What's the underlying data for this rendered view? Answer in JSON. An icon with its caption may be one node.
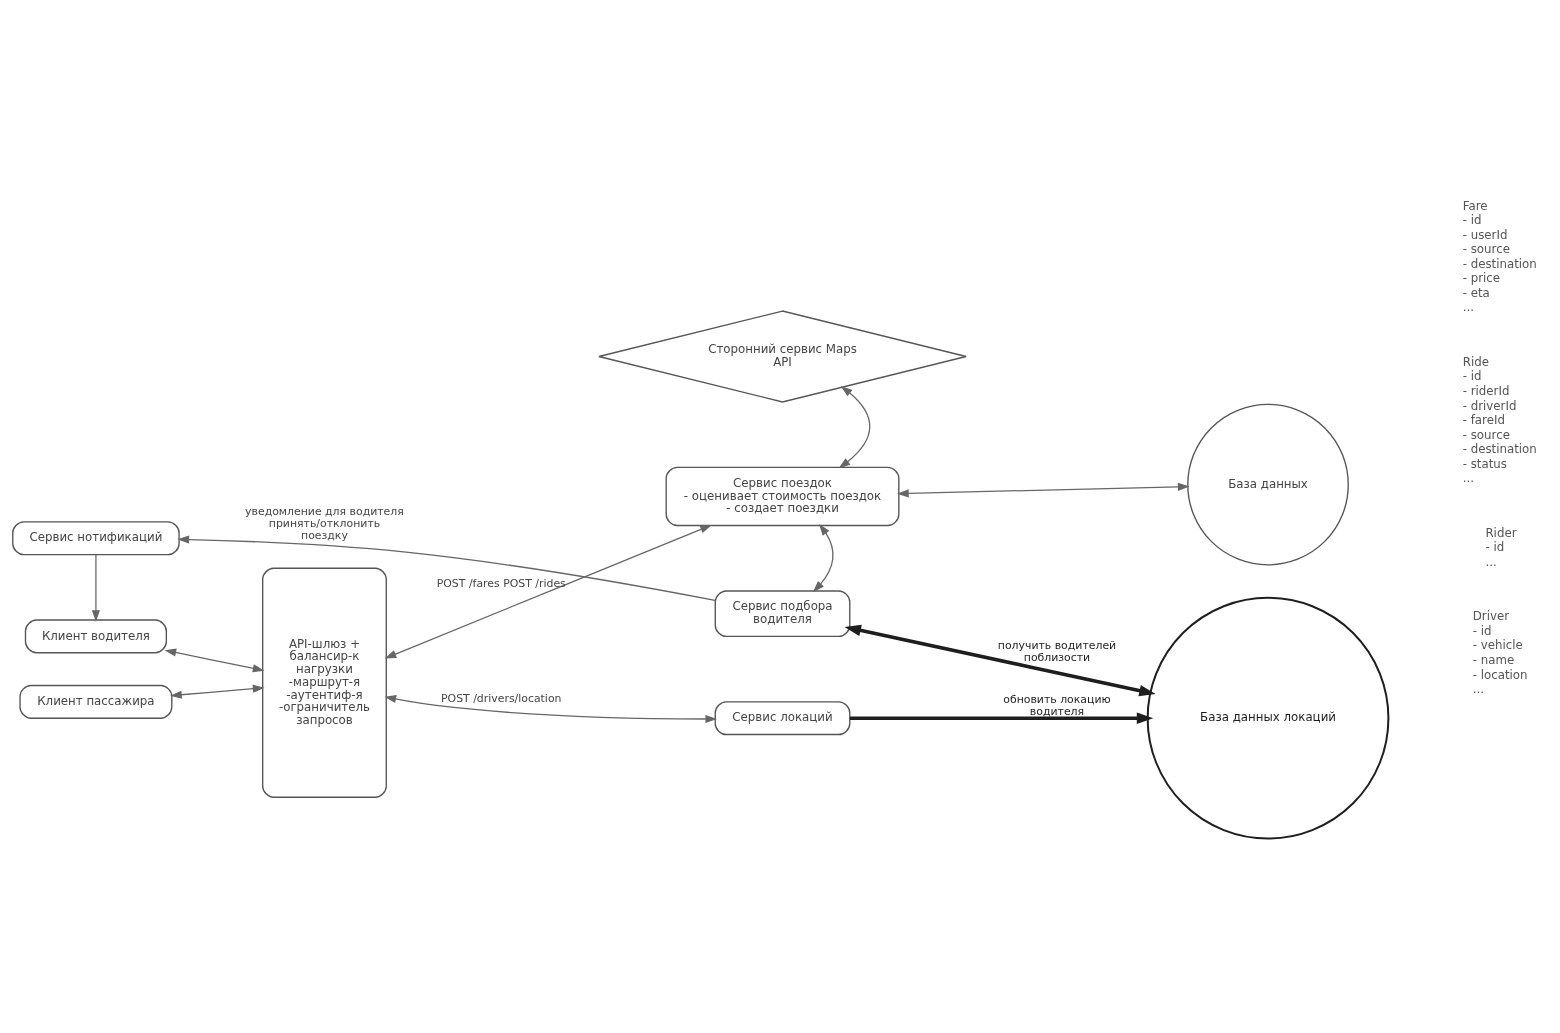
{
  "diagram": {
    "nodes": [
      {
        "text": [
          "Сторонний сервис Maps API"
        ]
      },
      {
        "text": [
          "Сервис поездок",
          "- оценивает стоимость поездок",
          "- создает поездки"
        ]
      },
      {
        "text": [
          "База данных"
        ]
      },
      {
        "text": [
          "Клиент пассажира"
        ]
      },
      {
        "text": [
          "API-шлюз + балансир-к нагрузки -маршрут-я -аутентиф-я -ограничитель запросов"
        ]
      },
      {
        "text": [
          "Клиент водителя"
        ]
      },
      {
        "text": [
          "Сервис подбора водителя"
        ]
      },
      {
        "text": [
          "Сервис локаций"
        ]
      },
      {
        "text": [
          "Сервис нотификаций"
        ]
      },
      {
        "text": [
          "База данных локаций"
        ]
      }
    ],
    "edges": [
      {
        "from": 0,
        "to": 1,
        "arrow": "both"
      },
      {
        "from": 1,
        "to": 2,
        "arrow": "both"
      },
      {
        "from": 4,
        "to": 1,
        "arrow": "both",
        "label": "POST /fares POST /rides"
      },
      {
        "from": 3,
        "to": 4,
        "arrow": "both"
      },
      {
        "from": 5,
        "to": 4,
        "arrow": "both"
      },
      {
        "from": 1,
        "to": 6,
        "arrow": "both"
      },
      {
        "from": 4,
        "to": 7,
        "arrow": "both",
        "label": "POST /drivers/location"
      },
      {
        "from": 6,
        "to": 9,
        "arrow": "both",
        "label": "получить водителей поблизости",
        "style": "thick",
        "color": "#1e1e1e"
      },
      {
        "from": 6,
        "to": 8,
        "arrow": "to",
        "label": "уведомление для водителя принять/отклонить поездку"
      },
      {
        "from": 7,
        "to": 9,
        "arrow": "to",
        "label": "обновить локацию водителя",
        "style": "thick",
        "color": "#1e1e1e"
      },
      {
        "from": 8,
        "to": 5,
        "arrow": "to"
      }
    ],
    "labels": [
      "Fare",
      "- id",
      "- userId",
      "- source",
      "- destination",
      "- price",
      "- eta",
      "...",
      "Ride",
      "- id",
      "- riderId",
      "- driverId",
      "- fareId",
      "- source",
      "- destination",
      "- status",
      "...",
      "Rider",
      "- id",
      "...",
      "Driver",
      "- id",
      "- vehicle",
      "- name",
      "- location",
      "..."
    ]
  }
}
